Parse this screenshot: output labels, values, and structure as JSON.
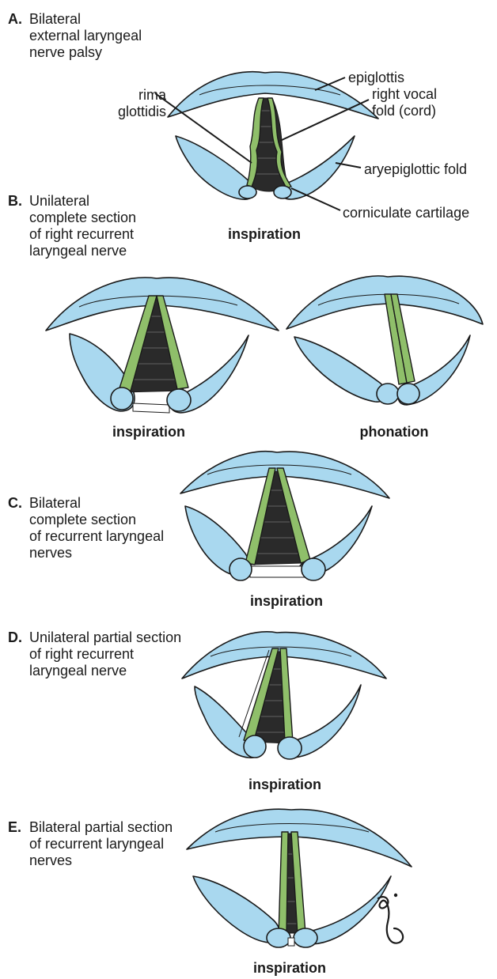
{
  "panels": [
    {
      "letter": "A.",
      "title": "Bilateral\nexternal laryngeal\nnerve palsy",
      "captions": [
        "inspiration"
      ]
    },
    {
      "letter": "B.",
      "title": "Unilateral\ncomplete section\nof right recurrent\nlaryngeal nerve",
      "captions": [
        "inspiration",
        "phonation"
      ]
    },
    {
      "letter": "C.",
      "title": "Bilateral\ncomplete section\nof recurrent laryngeal\nnerves",
      "captions": [
        "inspiration"
      ]
    },
    {
      "letter": "D.",
      "title": "Unilateral partial section\nof right recurrent\nlaryngeal nerve",
      "captions": [
        "inspiration"
      ]
    },
    {
      "letter": "E.",
      "title": "Bilateral partial section\nof recurrent laryngeal\nnerves",
      "captions": [
        "inspiration"
      ]
    }
  ],
  "labels": {
    "epiglottis": "epiglottis",
    "right_vocal_fold": "right vocal\nfold (cord)",
    "rima_glottidis": "rima\nglottidis",
    "aryepiglottic_fold": "aryepiglottic fold",
    "corniculate_cartilage": "corniculate cartilage"
  },
  "colors": {
    "folds": "#a9d8ef",
    "vocal_cords": "#8fbf6a",
    "glottis": "#2a2a2a",
    "outline": "#1a1a1a"
  },
  "icons": [
    "artist-signature"
  ]
}
